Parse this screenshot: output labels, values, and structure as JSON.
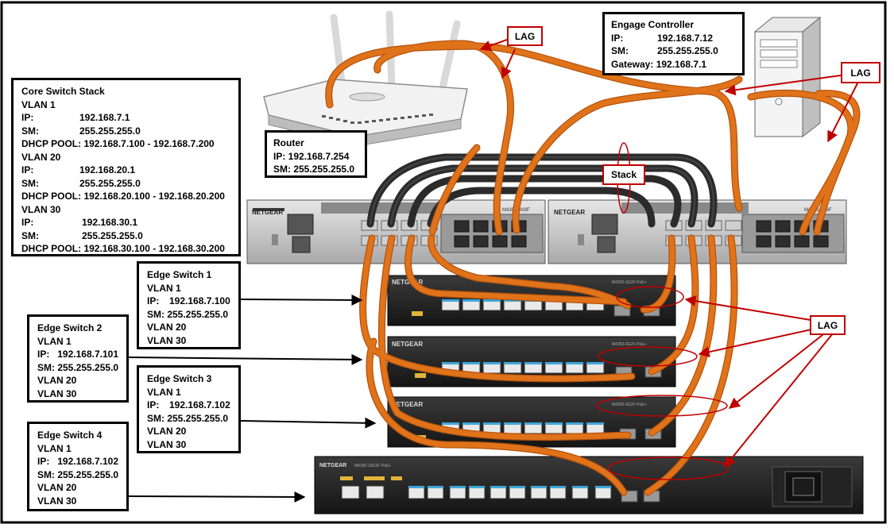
{
  "core": {
    "title": "Core Switch Stack",
    "vlan1": "VLAN 1",
    "vlan1_ip_k": "IP:",
    "vlan1_ip": "192.168.7.1",
    "vlan1_sm_k": "SM:",
    "vlan1_sm": "255.255.255.0",
    "vlan1_dhcp": "DHCP POOL: 192.168.7.100 - 192.168.7.200",
    "vlan20": "VLAN 20",
    "vlan20_ip_k": "IP:",
    "vlan20_ip": "192.168.20.1",
    "vlan20_sm_k": "SM:",
    "vlan20_sm": "255.255.255.0",
    "vlan20_dhcp": "DHCP POOL: 192.168.20.100 - 192.168.20.200",
    "vlan30": "VLAN 30",
    "vlan30_ip_k": "IP:",
    "vlan30_ip": "192.168.30.1",
    "vlan30_sm_k": "SM:",
    "vlan30_sm": "255.255.255.0",
    "vlan30_dhcp": "DHCP POOL: 192.168.30.100 - 192.168.30.200"
  },
  "router": {
    "title": "Router",
    "ip": "IP: 192.168.7.254",
    "sm": "SM: 255.255.255.0"
  },
  "engage": {
    "title": "Engage Controller",
    "ip_k": "IP:",
    "ip": "192.168.7.12",
    "sm_k": "SM:",
    "sm": "255.255.255.0",
    "gw": "Gateway: 192.168.7.1"
  },
  "edge1": {
    "title": "Edge Switch 1",
    "vlan1": "VLAN 1",
    "ip_k": "IP:",
    "ip": "192.168.7.100",
    "sm": "SM: 255.255.255.0",
    "vlan20": "VLAN 20",
    "vlan30": "VLAN 30"
  },
  "edge2": {
    "title": "Edge Switch 2",
    "vlan1": "VLAN 1",
    "ip_k": "IP:",
    "ip": "192.168.7.101",
    "sm": "SM: 255.255.255.0",
    "vlan20": "VLAN 20",
    "vlan30": "VLAN 30"
  },
  "edge3": {
    "title": "Edge Switch 3",
    "vlan1": "VLAN 1",
    "ip_k": "IP:",
    "ip": "192.168.7.102",
    "sm": "SM: 255.255.255.0",
    "vlan20": "VLAN 20",
    "vlan30": "VLAN 30"
  },
  "edge4": {
    "title": "Edge Switch 4",
    "vlan1": "VLAN 1",
    "ip_k": "IP:",
    "ip": "192.168.7.102",
    "sm": "SM: 255.255.255.0",
    "vlan20": "VLAN 20",
    "vlan30": "VLAN 30"
  },
  "callouts": {
    "lag_top": "LAG",
    "lag_right": "LAG",
    "stack": "Stack",
    "lag_edge": "LAG"
  },
  "device_labels": {
    "brand": "NETGEAR",
    "core_model": "M4300-8X8F",
    "edge_model": "M4250-9G2F-PoE+",
    "edge4_model": "M4250-10G2F-PoE+"
  },
  "colors": {
    "cable_orange": "#e0731a",
    "cable_black": "#2b2b2b",
    "callout_red": "#c00000",
    "port_cyan": "#3fa6d8"
  }
}
